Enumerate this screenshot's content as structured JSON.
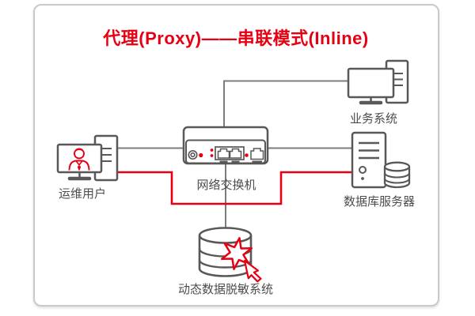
{
  "title": "代理(Proxy)——串联模式(Inline)",
  "nodes": {
    "business_system": {
      "label": "业务系统"
    },
    "ops_user": {
      "label": "运维用户"
    },
    "network_switch": {
      "label": "网络交换机"
    },
    "database_server": {
      "label": "数据库服务器"
    },
    "masking_system": {
      "label": "动态数据脱敏系统"
    }
  },
  "colors": {
    "accent_red": "#e60012",
    "icon_stroke_gray": "#595757",
    "connector_gray": "#7c7c7c",
    "card_border": "#c9c9c9",
    "label_text": "#4c4c4c"
  }
}
